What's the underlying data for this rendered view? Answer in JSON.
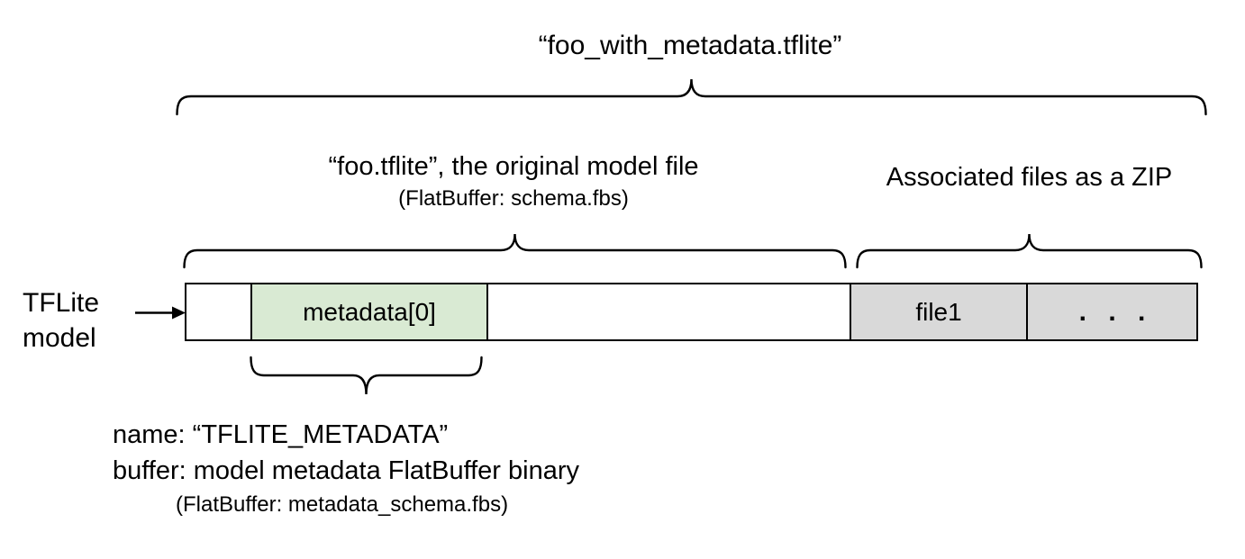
{
  "title": "“foo_with_metadata.tflite”",
  "model_section": {
    "label": "“foo.tflite”, the original model file",
    "sublabel": "(FlatBuffer: schema.fbs)"
  },
  "zip_section": {
    "label": "Associated files as a ZIP"
  },
  "pointer": {
    "line1": "TFLite",
    "line2": "model"
  },
  "bar_segments": [
    {
      "name": "leading-empty",
      "label": "",
      "color": "#ffffff"
    },
    {
      "name": "metadata",
      "label": "metadata[0]",
      "color": "#d9ead3"
    },
    {
      "name": "model-body-empty",
      "label": "",
      "color": "#ffffff"
    },
    {
      "name": "file1",
      "label": "file1",
      "color": "#d9d9d9"
    },
    {
      "name": "more-files",
      "label": ". . .",
      "color": "#d9d9d9"
    }
  ],
  "annotation": {
    "line1": "name: “TFLITE_METADATA”",
    "line2": "buffer: model metadata FlatBuffer binary",
    "line3": "(FlatBuffer: metadata_schema.fbs)"
  },
  "colors": {
    "metadata_fill": "#d9ead3",
    "associated_files_fill": "#d9d9d9",
    "outline": "#000000",
    "text": "#000000",
    "background": "#ffffff"
  }
}
